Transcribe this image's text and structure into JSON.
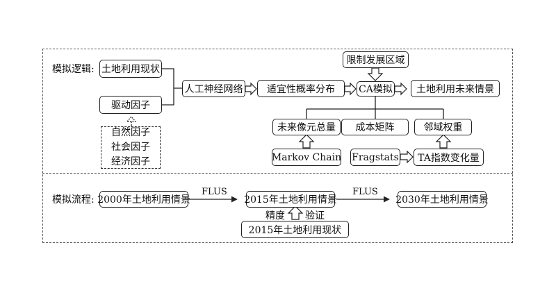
{
  "sections": {
    "logic_label": "模拟逻辑:",
    "flow_label": "模拟流程:"
  },
  "logic": {
    "land_use_current": "土地利用现状",
    "driving_factors": "驱动因子",
    "factor_types": [
      "自然因子",
      "社会因子",
      "经济因子"
    ],
    "ann": "人工神经网络",
    "suitability": "适宜性概率分布",
    "restricted_zone": "限制发展区域",
    "ca_model": "CA模拟",
    "future_scenario": "土地利用未来情景",
    "future_pixels": "未来像元总量",
    "cost_matrix": "成本矩阵",
    "neighborhood_weight": "邻域权重",
    "markov": "Markov Chain",
    "fragstats": "Fragstats",
    "ta_index": "TA指数变化量"
  },
  "flow": {
    "scenario_2000": "2000年土地利用情景",
    "flus_1": "FLUS",
    "scenario_2015": "2015年土地利用情景",
    "flus_2": "FLUS",
    "scenario_2030": "2030年土地利用情景",
    "accuracy": "精度",
    "validation": "验证",
    "actual_2015": "2015年土地利用现状"
  }
}
